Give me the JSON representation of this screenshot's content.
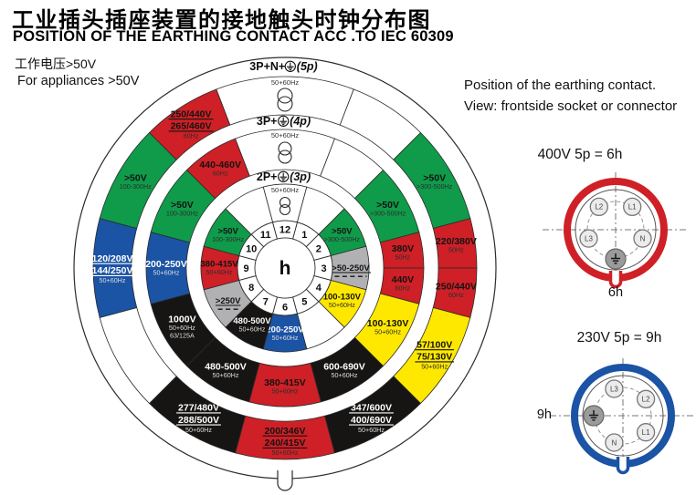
{
  "header": {
    "title_zh": "工业插头插座装置的接地触头时钟分布图",
    "title_en": "POSITION OF THE EARTHING CONTACT ACC .TO IEC 60309",
    "note_zh": "工作电压>50V",
    "note_en": "For  appliances >50V"
  },
  "side_note": {
    "line1": "Position of the earthing contact.",
    "line2": "View: frontside socket or connector"
  },
  "colors": {
    "red": "#ce2026",
    "green": "#0f9b4a",
    "blue": "#1b53a5",
    "yellow": "#ffe800",
    "black": "#171514",
    "gray": "#b1b1b3",
    "white": "#ffffff",
    "line": "#2b2b2b"
  },
  "wheel": {
    "center_label": "h",
    "hours": [
      "1",
      "2",
      "3",
      "4",
      "5",
      "6",
      "7",
      "8",
      "9",
      "10",
      "11",
      "12"
    ],
    "rings": [
      {
        "id": "3p",
        "label_prefix": "2P+",
        "label_suffix": "(3p)",
        "hz_label": "50+60Hz",
        "segments": [
          {
            "from": -0.5,
            "to": 0.5,
            "color": "white",
            "symbol": "transformer"
          },
          {
            "from": 0.5,
            "to": 1.5,
            "color": "white"
          },
          {
            "from": 1.5,
            "to": 2.5,
            "color": "green",
            "lines": [
              {
                "text": ">50V",
                "main": true
              },
              {
                "text": ">300-500Hz"
              }
            ]
          },
          {
            "from": 2.5,
            "to": 3.5,
            "color": "gray",
            "dc": true,
            "lines": [
              {
                "text": ">50-250V",
                "main": true,
                "underline": true
              }
            ]
          },
          {
            "from": 3.5,
            "to": 4.5,
            "color": "yellow",
            "lines": [
              {
                "text": "100-130V",
                "main": true
              },
              {
                "text": "50+60Hz"
              }
            ]
          },
          {
            "from": 4.5,
            "to": 5.5,
            "color": "white"
          },
          {
            "from": 5.5,
            "to": 6.5,
            "color": "blue",
            "lines": [
              {
                "text": "200-250V",
                "main": true
              },
              {
                "text": "50+60Hz"
              }
            ]
          },
          {
            "from": 6.5,
            "to": 7.5,
            "color": "black",
            "lines": [
              {
                "text": "480-500V",
                "main": true
              },
              {
                "text": "50+60Hz"
              }
            ]
          },
          {
            "from": 7.5,
            "to": 8.5,
            "color": "gray",
            "dc": true,
            "lines": [
              {
                "text": ">250V",
                "main": true,
                "underline": true
              }
            ]
          },
          {
            "from": 8.5,
            "to": 9.5,
            "color": "red",
            "lines": [
              {
                "text": "380-415V",
                "main": true
              },
              {
                "text": "50+60Hz"
              }
            ]
          },
          {
            "from": 9.5,
            "to": 10.5,
            "color": "green",
            "lines": [
              {
                "text": ">50V",
                "main": true
              },
              {
                "text": "100-300Hz"
              }
            ]
          },
          {
            "from": 10.5,
            "to": 11.5,
            "color": "white"
          }
        ]
      },
      {
        "id": "4p",
        "label_prefix": "3P+",
        "label_suffix": "(4p)",
        "hz_label": "50+60Hz",
        "segments": [
          {
            "from": -0.7,
            "to": 0.7,
            "color": "white",
            "symbol": "transformer"
          },
          {
            "from": 0.7,
            "to": 1.5,
            "color": "white"
          },
          {
            "from": 1.5,
            "to": 2.5,
            "color": "green",
            "lines": [
              {
                "text": ">50V",
                "main": true
              },
              {
                "text": ">300-500Hz"
              }
            ]
          },
          {
            "from": 2.5,
            "to": 3.0,
            "color": "red",
            "lines": [
              {
                "text": "380V",
                "main": true
              },
              {
                "text": "50Hz"
              }
            ]
          },
          {
            "from": 3.0,
            "to": 3.5,
            "color": "red",
            "lines": [
              {
                "text": "440V",
                "main": true
              },
              {
                "text": "60Hz"
              }
            ]
          },
          {
            "from": 3.5,
            "to": 4.5,
            "color": "yellow",
            "lines": [
              {
                "text": "100-130V",
                "main": true
              },
              {
                "text": "50+60Hz"
              }
            ]
          },
          {
            "from": 4.5,
            "to": 5.5,
            "color": "black",
            "lines": [
              {
                "text": "600-690V",
                "main": true
              },
              {
                "text": "50+60Hz"
              }
            ]
          },
          {
            "from": 5.5,
            "to": 6.5,
            "color": "red",
            "lines": [
              {
                "text": "380-415V",
                "main": true
              },
              {
                "text": "50+60Hz"
              }
            ]
          },
          {
            "from": 6.5,
            "to": 7.5,
            "color": "black",
            "lines": [
              {
                "text": "480-500V",
                "main": true
              },
              {
                "text": "50+60Hz"
              }
            ]
          },
          {
            "from": 7.5,
            "to": 8.5,
            "color": "black",
            "lines": [
              {
                "text": "1000V",
                "main": true
              },
              {
                "text": "50+60Hz"
              },
              {
                "text": "63/125A"
              }
            ]
          },
          {
            "from": 8.5,
            "to": 9.5,
            "color": "blue",
            "lines": [
              {
                "text": "200-250V",
                "main": true
              },
              {
                "text": "50+60Hz"
              }
            ]
          },
          {
            "from": 9.5,
            "to": 10.5,
            "color": "green",
            "lines": [
              {
                "text": ">50V",
                "main": true
              },
              {
                "text": "100-300Hz"
              }
            ]
          },
          {
            "from": 10.5,
            "to": 11.3,
            "color": "red",
            "lines": [
              {
                "text": "440-460V",
                "main": true
              },
              {
                "text": "60Hz"
              }
            ]
          }
        ]
      },
      {
        "id": "5p",
        "label_prefix": "3P+N+",
        "label_suffix": "(5p)",
        "hz_label": "50+60Hz",
        "segments": [
          {
            "from": -0.7,
            "to": 0.7,
            "color": "white",
            "symbol": "transformer"
          },
          {
            "from": 0.7,
            "to": 1.5,
            "color": "white"
          },
          {
            "from": 1.5,
            "to": 2.5,
            "color": "green",
            "lines": [
              {
                "text": ">50V",
                "main": true
              },
              {
                "text": ">300-500Hz"
              }
            ]
          },
          {
            "from": 2.5,
            "to": 3.0,
            "color": "red",
            "lines": [
              {
                "text": "220/380V",
                "main": true
              },
              {
                "text": "50Hz"
              }
            ]
          },
          {
            "from": 3.0,
            "to": 3.5,
            "color": "red",
            "lines": [
              {
                "text": "250/440V",
                "main": true
              },
              {
                "text": "60Hz"
              }
            ]
          },
          {
            "from": 3.5,
            "to": 4.5,
            "color": "yellow",
            "lines": [
              {
                "text": "57/100V",
                "main": true,
                "underline": true
              },
              {
                "text": "75/130V",
                "main": true,
                "underline": true
              },
              {
                "text": "50+60Hz"
              }
            ]
          },
          {
            "from": 4.5,
            "to": 5.5,
            "color": "black",
            "lines": [
              {
                "text": "347/600V",
                "main": true,
                "underline": true
              },
              {
                "text": "400/690V",
                "main": true,
                "underline": true
              },
              {
                "text": "50+60Hz"
              }
            ]
          },
          {
            "from": 5.5,
            "to": 6.5,
            "color": "red",
            "lines": [
              {
                "text": "200/346V",
                "main": true,
                "underline": true
              },
              {
                "text": "240/415V",
                "main": true,
                "underline": true
              },
              {
                "text": "50+60Hz"
              }
            ]
          },
          {
            "from": 6.5,
            "to": 7.5,
            "color": "black",
            "lines": [
              {
                "text": "277/480V",
                "main": true,
                "underline": true
              },
              {
                "text": "288/500V",
                "main": true,
                "underline": true
              },
              {
                "text": "50+60Hz"
              }
            ]
          },
          {
            "from": 7.5,
            "to": 8.5,
            "color": "white"
          },
          {
            "from": 8.5,
            "to": 9.5,
            "color": "blue",
            "lines": [
              {
                "text": "120/208V",
                "main": true,
                "underline": true
              },
              {
                "text": "144/250V",
                "main": true,
                "underline": true
              },
              {
                "text": "50+60Hz"
              }
            ]
          },
          {
            "from": 9.5,
            "to": 10.5,
            "color": "green",
            "lines": [
              {
                "text": ">50V",
                "main": true
              },
              {
                "text": "100-300Hz"
              }
            ]
          },
          {
            "from": 10.5,
            "to": 11.3,
            "color": "red",
            "lines": [
              {
                "text": "250/440V",
                "main": true,
                "underline": true
              },
              {
                "text": "265/460V",
                "main": true,
                "underline": true
              },
              {
                "text": "60Hz"
              }
            ]
          }
        ]
      }
    ]
  },
  "plugs": [
    {
      "heading": "400V 5p = 6h",
      "hour_label": "6h",
      "ring_color": "red",
      "earth_angle": 180,
      "pins": [
        {
          "label": "L1",
          "angle": 36
        },
        {
          "label": "L2",
          "angle": 324
        },
        {
          "label": "L3",
          "angle": 252
        },
        {
          "label": "N",
          "angle": 108
        }
      ]
    },
    {
      "heading": "230V 5p = 9h",
      "hour_label": "9h",
      "ring_color": "blue",
      "earth_angle": 270,
      "pins": [
        {
          "label": "L2",
          "angle": 54
        },
        {
          "label": "L3",
          "angle": 342
        },
        {
          "label": "N",
          "angle": 198
        },
        {
          "label": "L1",
          "angle": 126
        }
      ]
    }
  ]
}
